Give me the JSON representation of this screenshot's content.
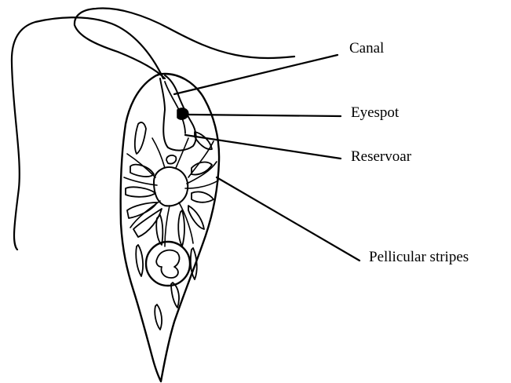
{
  "labels": {
    "canal": "Canal",
    "eyespot": "Eyespot",
    "reservoir": "Reservoar",
    "pellicular_stripes": "Pellicular stripes"
  }
}
